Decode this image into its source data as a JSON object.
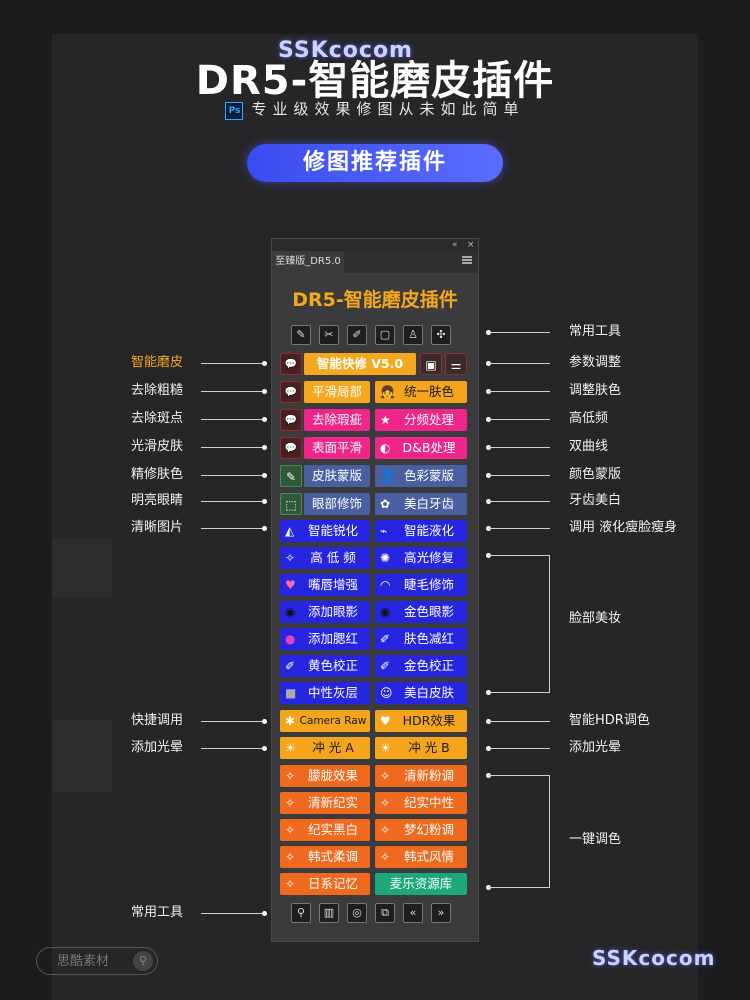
{
  "header": {
    "title": "DR5-智能磨皮插件",
    "ps_badge": "Ps",
    "subtitle": "专业级效果修图从未如此简单",
    "pill": "修图推荐插件"
  },
  "watermarks": {
    "top": "SSKcocom",
    "bottom": "SSKcocom",
    "search_badge": "思酷素材"
  },
  "panel": {
    "collapse_glyph": "«",
    "close_glyph": "×",
    "tab": "至臻版_DR5.0",
    "title": "DR5-智能磨皮插件",
    "tools": [
      "✎",
      "✂",
      "✐",
      "▢",
      "♙",
      "✣"
    ],
    "bottom_tools": [
      "⚲",
      "▥",
      "◎",
      "⧉",
      "«",
      "»"
    ],
    "rows": [
      {
        "left_icon": "💬",
        "left": "智能快修 V5.0",
        "right_icons": [
          "▣",
          "⚌"
        ]
      },
      {
        "left_icon": "💬",
        "left": "平滑局部",
        "right_icon": "👧",
        "right": "统一肤色"
      },
      {
        "left_icon": "💬",
        "left": "去除瑕疵",
        "right_icon": "★",
        "right": "分频处理"
      },
      {
        "left_icon": "💬",
        "left": "表面平滑",
        "right_icon": "◐",
        "right": "D&B处理"
      },
      {
        "left_icon": "✎",
        "left": "皮肤蒙版",
        "right_icon": "👤",
        "right": "色彩蒙版"
      },
      {
        "left_icon": "⬚",
        "left": "眼部修饰",
        "right_icon": "✿",
        "right": "美白牙齿"
      },
      {
        "left_icon": "◭",
        "left": "智能锐化",
        "right_icon": "⌁",
        "right": "智能液化"
      },
      {
        "left_icon": "✧",
        "left": "高 低 频",
        "right_icon": "✺",
        "right": "高光修复"
      },
      {
        "left_icon": "♥",
        "left": "嘴唇增强",
        "right_icon": "◠",
        "right": "睫毛修饰"
      },
      {
        "left_icon": "◉",
        "left": "添加眼影",
        "right_icon": "◉",
        "right": "金色眼影"
      },
      {
        "left_icon": "●",
        "left": "添加腮红",
        "right_icon": "✐",
        "right": "肤色减红"
      },
      {
        "left_icon": "✐",
        "left": "黄色校正",
        "right_icon": "✐",
        "right": "金色校正"
      },
      {
        "left_icon": "■",
        "left": "中性灰层",
        "right_icon": "☺",
        "right": "美白皮肤"
      },
      {
        "left_icon": "✱",
        "left": "Camera Raw",
        "right_icon": "♥",
        "right": "HDR效果"
      },
      {
        "left_icon": "☀",
        "left": "冲 光 A",
        "right_icon": "☀",
        "right": "冲 光 B"
      },
      {
        "left_icon": "✧",
        "left": "朦胧效果",
        "right_icon": "✧",
        "right": "清新粉调"
      },
      {
        "left_icon": "✧",
        "left": "清新纪实",
        "right_icon": "✧",
        "right": "纪实中性"
      },
      {
        "left_icon": "✧",
        "left": "纪实黑白",
        "right_icon": "✧",
        "right": "梦幻粉调"
      },
      {
        "left_icon": "✧",
        "left": "韩式柔调",
        "right_icon": "✧",
        "right": "韩式风情"
      },
      {
        "left_icon": "✧",
        "left": "日系记忆",
        "right": "麦乐资源库"
      }
    ]
  },
  "left_labels": [
    "智能磨皮",
    "去除粗糙",
    "去除斑点",
    "光滑皮肤",
    "精修肤色",
    "明亮眼睛",
    "清晰图片",
    "快捷调用",
    "添加光晕",
    "常用工具"
  ],
  "right_labels": [
    "常用工具",
    "参数调整",
    "调整肤色",
    "高低频",
    "双曲线",
    "颜色蒙版",
    "牙齿美白",
    "调用 液化瘦脸瘦身",
    "脸部美妆",
    "智能HDR调色",
    "添加光晕",
    "一键调色"
  ],
  "colors": {
    "orange": "#f4a81d",
    "blue": "#2626e0",
    "pink": "#f0258a",
    "slate": "#4a5fa0",
    "teal": "#1da87a",
    "gold": "#f5a51c"
  }
}
